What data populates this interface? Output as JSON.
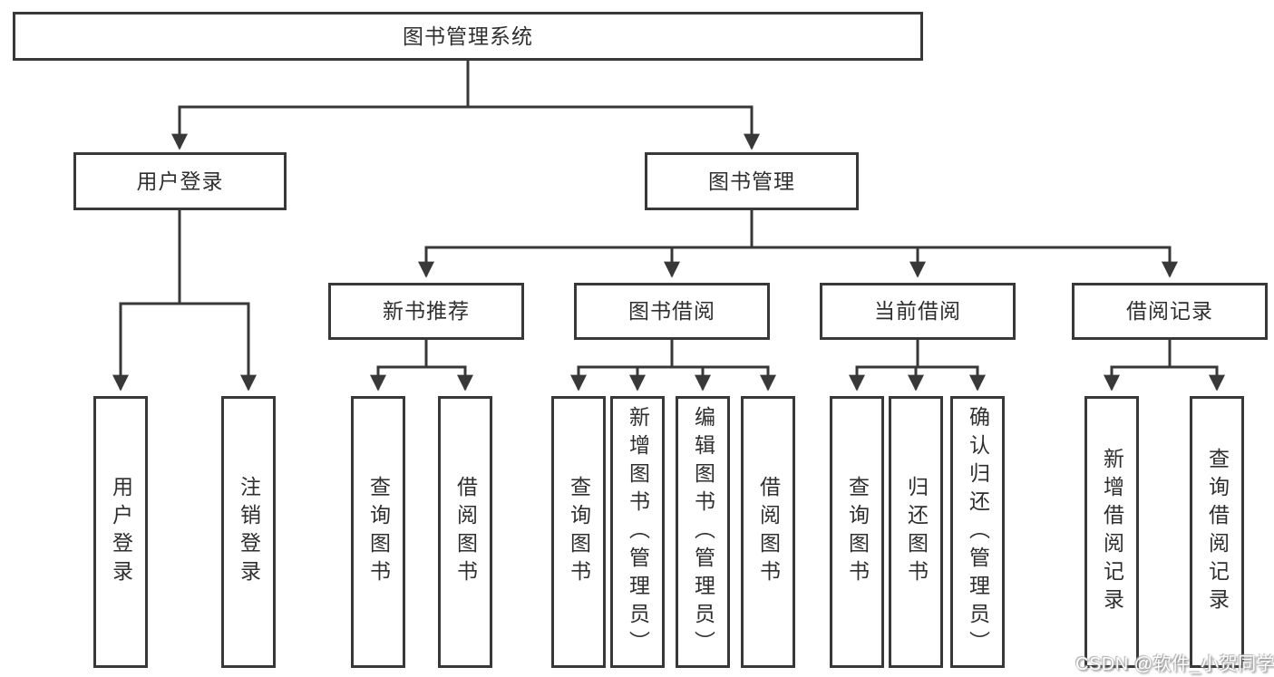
{
  "tree": {
    "root": {
      "label": "图书管理系统"
    },
    "branches": [
      {
        "label": "用户登录",
        "children": [
          {
            "label": "用户登录"
          },
          {
            "label": "注销登录"
          }
        ]
      },
      {
        "label": "图书管理",
        "groups": [
          {
            "label": "新书推荐",
            "children": [
              {
                "label": "查询图书"
              },
              {
                "label": "借阅图书"
              }
            ]
          },
          {
            "label": "图书借阅",
            "children": [
              {
                "label": "查询图书"
              },
              {
                "label": "新增图书（管理员）"
              },
              {
                "label": "编辑图书（管理员）"
              },
              {
                "label": "借阅图书"
              }
            ]
          },
          {
            "label": "当前借阅",
            "children": [
              {
                "label": "查询图书"
              },
              {
                "label": "归还图书"
              },
              {
                "label": "确认归还（管理员）"
              }
            ]
          },
          {
            "label": "借阅记录",
            "children": [
              {
                "label": "新增借阅记录"
              },
              {
                "label": "查询借阅记录"
              }
            ]
          }
        ]
      }
    ]
  },
  "watermark": {
    "text": "CSDN @软件_小贺同学"
  },
  "colors": {
    "line": "#383838",
    "text": "#2f2f2f",
    "background": "#ffffff"
  }
}
